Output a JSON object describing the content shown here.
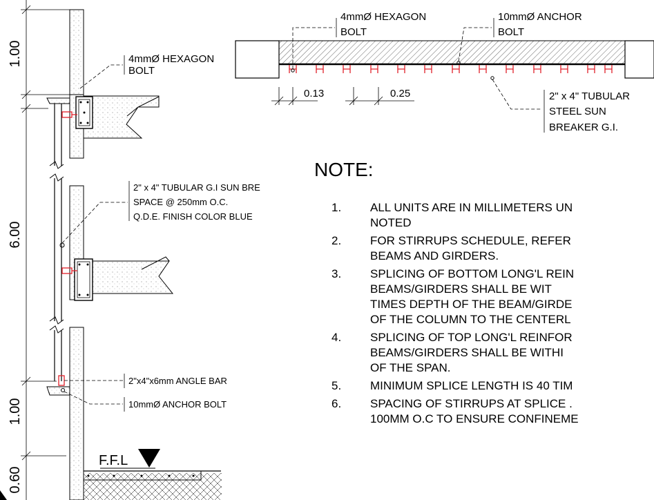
{
  "labels": {
    "top_hex_bolt_1": "4mmØ HEXAGON",
    "top_hex_bolt_2": "BOLT",
    "top_anchor_1": "10mmØ ANCHOR",
    "top_anchor_2": "BOLT",
    "dim_a": "0.13",
    "dim_b": "0.25",
    "tube_1": "2\" x 4\" TUBULAR",
    "tube_2": "STEEL SUN",
    "tube_3": "BREAKER  G.I.",
    "left_hex_1": "4mmØ HEXAGON",
    "left_hex_2": "BOLT",
    "sun_1": "2\" x 4\" TUBULAR G.I SUN BRE",
    "sun_2": "SPACE @ 250mm O.C.",
    "sun_3": "Q.D.E. FINISH COLOR BLUE",
    "angle_bar": "2\"x4\"x6mm ANGLE BAR",
    "anchor_bolt": "10mmØ ANCHOR BOLT",
    "ffl": "F.F.L",
    "dim_v1": "1.00",
    "dim_v2": "6.00",
    "dim_v3": "1.00",
    "dim_v4": "0.60"
  },
  "note": {
    "title": "NOTE:",
    "items": [
      {
        "num": "1.",
        "lines": [
          "ALL UNITS ARE IN MILLIMETERS UN",
          "NOTED"
        ]
      },
      {
        "num": "2.",
        "lines": [
          "FOR STIRRUPS SCHEDULE, REFER",
          "BEAMS AND GIRDERS."
        ]
      },
      {
        "num": "3.",
        "lines": [
          "SPLICING OF BOTTOM LONG'L REIN",
          "BEAMS/GIRDERS SHALL        BE WIT",
          "TIMES DEPTH OF THE BEAM/GIRDE",
          "OF THE COLUMN TO THE CENTERL"
        ]
      },
      {
        "num": "4.",
        "lines": [
          "SPLICING OF TOP LONG'L REINFOR",
          "BEAMS/GIRDERS SHALL BE    WITHI",
          "OF THE SPAN."
        ]
      },
      {
        "num": "5.",
        "lines": [
          "MINIMUM SPLICE LENGTH IS 40 TIM"
        ]
      },
      {
        "num": "6.",
        "lines": [
          "SPACING OF STIRRUPS AT SPLICE .",
          "100MM O.C TO ENSURE CONFINEME"
        ]
      }
    ]
  },
  "colors": {
    "line": "#000000",
    "accent": "#e0202a"
  }
}
